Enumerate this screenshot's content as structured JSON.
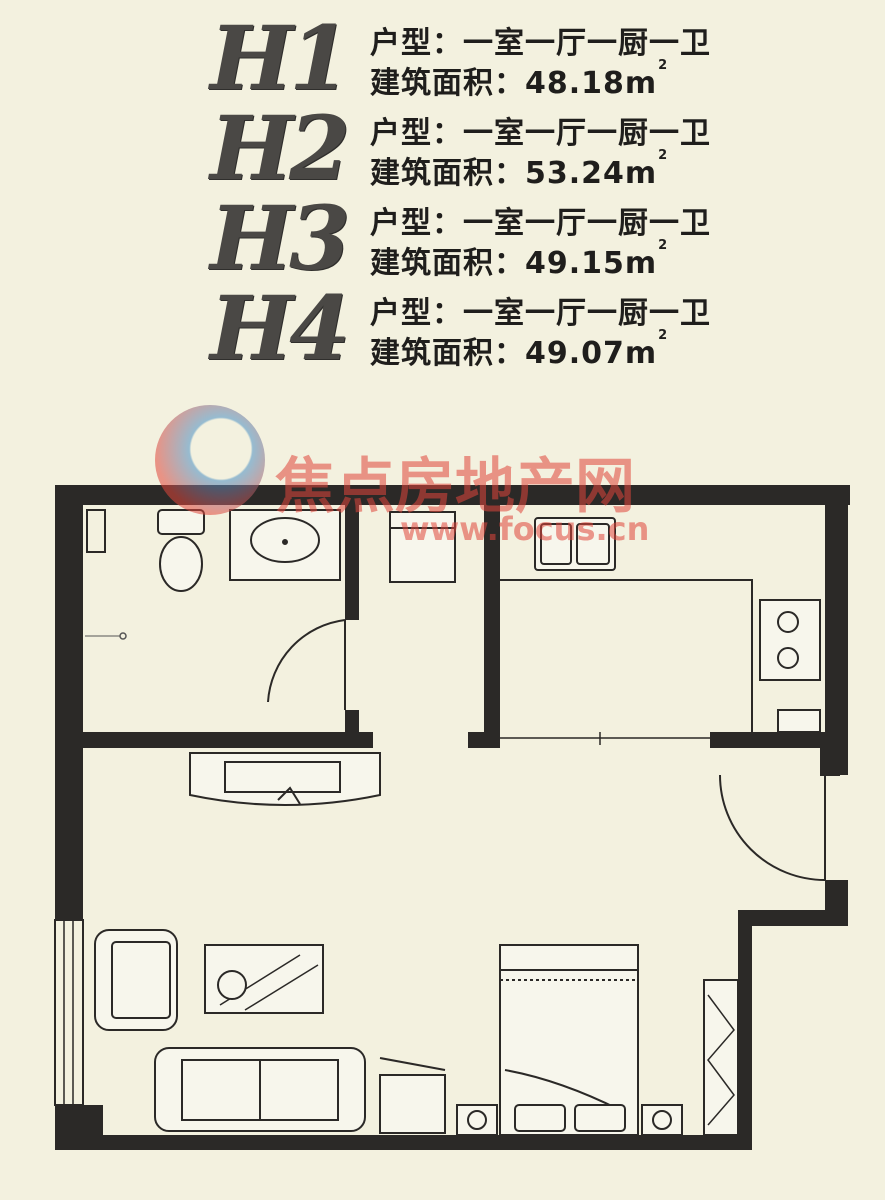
{
  "units": [
    {
      "code": "H1",
      "type_label": "户型：",
      "type_value": "一室一厅一厨一卫",
      "area_label": "建筑面积：",
      "area_value": "48.18",
      "area_unit": "m",
      "area_sup": "2"
    },
    {
      "code": "H2",
      "type_label": "户型：",
      "type_value": "一室一厅一厨一卫",
      "area_label": "建筑面积：",
      "area_value": "53.24",
      "area_unit": "m",
      "area_sup": "2"
    },
    {
      "code": "H3",
      "type_label": "户型：",
      "type_value": "一室一厅一厨一卫",
      "area_label": "建筑面积：",
      "area_value": "49.15",
      "area_unit": "m",
      "area_sup": "2"
    },
    {
      "code": "H4",
      "type_label": "户型：",
      "type_value": "一室一厅一厨一卫",
      "area_label": "建筑面积：",
      "area_value": "49.07",
      "area_unit": "m",
      "area_sup": "2"
    }
  ],
  "watermark": {
    "name": "焦点房地产网",
    "url": "www.focus.cn"
  },
  "colors": {
    "background": "#f3f1df",
    "wall": "#2b2927",
    "watermark_red": "#e0463b",
    "watermark_blue": "#4a8fc4",
    "code_gray": "#4a4845"
  },
  "icons": [
    "toilet-icon",
    "washbasin-icon",
    "washing-machine-icon",
    "sink-icon",
    "stove-icon",
    "tv-cabinet-icon",
    "armchair-icon",
    "coffee-table-icon",
    "sofa-icon",
    "bed-icon",
    "nightstand-icon",
    "wardrobe-icon",
    "door-swing-icon",
    "floor-drain-icon",
    "window-icon"
  ]
}
